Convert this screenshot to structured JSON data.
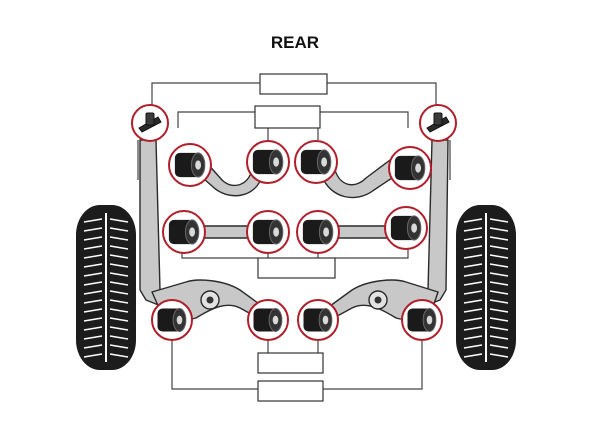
{
  "title": "REAR",
  "colors": {
    "background": "#ffffff",
    "frame_line": "#444444",
    "arm_fill": "#c8c8c8",
    "arm_stroke": "#2a2a2a",
    "tire": "#1c1c1c",
    "tread": "#ffffff",
    "bushing_ring": "#b01e2a",
    "bushing_body": "#1a1a1a",
    "label_box_border": "#333333"
  },
  "label_boxes": [
    {
      "id": "box-top-1",
      "text": ""
    },
    {
      "id": "box-top-2",
      "text": ""
    },
    {
      "id": "box-middle",
      "text": ""
    },
    {
      "id": "box-bottom-1",
      "text": ""
    },
    {
      "id": "box-bottom-2",
      "text": ""
    }
  ],
  "bushings": [
    {
      "id": "bracket-left",
      "kind": "bracket-icon"
    },
    {
      "id": "bracket-right",
      "kind": "bracket-icon"
    },
    {
      "id": "upper-arm-left-outer",
      "kind": "bushing-icon"
    },
    {
      "id": "upper-arm-left-inner",
      "kind": "bushing-icon"
    },
    {
      "id": "upper-arm-right-inner",
      "kind": "bushing-icon"
    },
    {
      "id": "upper-arm-right-outer",
      "kind": "bushing-icon"
    },
    {
      "id": "middle-link-left-outer",
      "kind": "bushing-icon"
    },
    {
      "id": "middle-link-left-inner",
      "kind": "bushing-icon"
    },
    {
      "id": "middle-link-right-inner",
      "kind": "bushing-icon"
    },
    {
      "id": "middle-link-right-outer",
      "kind": "bushing-icon"
    },
    {
      "id": "lower-arm-left-outer",
      "kind": "bushing-icon"
    },
    {
      "id": "lower-arm-left-inner",
      "kind": "bushing-icon"
    },
    {
      "id": "lower-arm-right-inner",
      "kind": "bushing-icon"
    },
    {
      "id": "lower-arm-right-outer",
      "kind": "bushing-icon"
    }
  ],
  "wheels": [
    {
      "id": "wheel-left",
      "kind": "tire-icon"
    },
    {
      "id": "wheel-right",
      "kind": "tire-icon"
    }
  ]
}
